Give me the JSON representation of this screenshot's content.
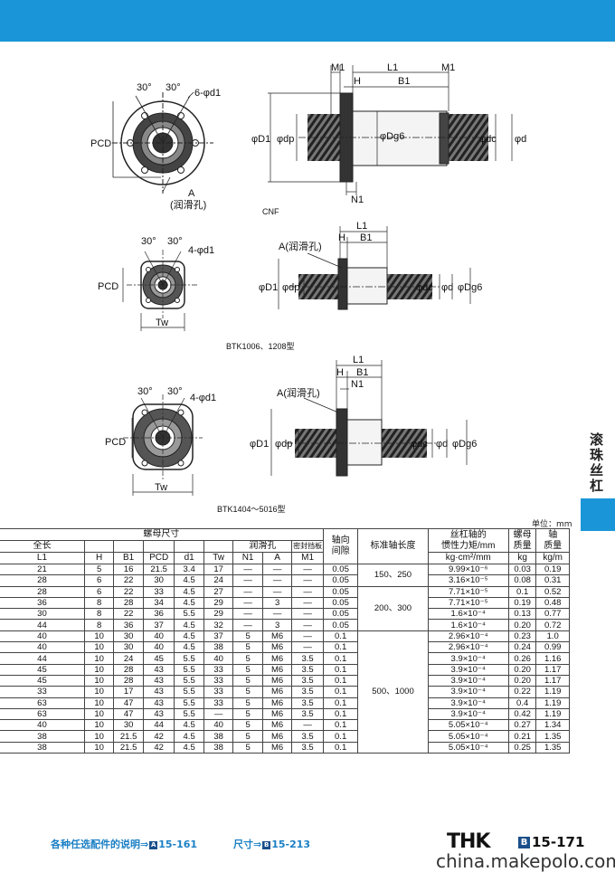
{
  "side_label": "滚珠丝杠",
  "diagrams": {
    "d1": {
      "angle_a": "30°",
      "angle_b": "30°",
      "holes": "6-φd1",
      "pcd": "PCD",
      "lub": "A",
      "lub_note": "(润滑孔)",
      "dim_M1a": "M1",
      "dim_L1": "L1",
      "dim_M1b": "M1",
      "dim_H": "H",
      "dim_B1": "B1",
      "dim_D1": "φD1",
      "dim_dp": "φdp",
      "dim_Dg6": "φDg6",
      "dim_dc": "φdc",
      "dim_d": "φd",
      "dim_N1": "N1",
      "model": "CNF"
    },
    "d2": {
      "angle_a": "30°",
      "angle_b": "30°",
      "holes": "4-φd1",
      "pcd": "PCD",
      "tw": "Tw",
      "lub": "A(润滑孔)",
      "dim_L1": "L1",
      "dim_H": "H",
      "dim_B1": "B1",
      "dim_D1": "φD1",
      "dim_dp": "φdp",
      "dim_dc": "φdc",
      "dim_d": "φd",
      "dim_Dg6": "φDg6",
      "model": "BTK1006、1208型"
    },
    "d3": {
      "angle_a": "30°",
      "angle_b": "30°",
      "holes": "4-φd1",
      "pcd": "PCD",
      "tw": "Tw",
      "lub": "A(润滑孔)",
      "dim_L1": "L1",
      "dim_H": "H",
      "dim_B1": "B1",
      "dim_N1": "N1",
      "dim_D1": "φD1",
      "dim_dp": "φdp",
      "dim_dc": "φdc",
      "dim_d": "φd",
      "dim_Dg6": "φDg6",
      "model": "BTK1404～5016型"
    }
  },
  "table": {
    "unit": "单位：mm",
    "header": {
      "nut_dims": "螺母尺寸",
      "total_len": "全长",
      "lub_hole": "润滑孔",
      "seal": "密封挡板",
      "axial_play_1": "轴向",
      "axial_play_2": "间隙",
      "std_len": "标准轴长度",
      "inertia_1": "丝杠轴的",
      "inertia_2": "惯性力矩/mm",
      "nut_mass_1": "螺母",
      "nut_mass_2": "质量",
      "shaft_mass_1": "轴",
      "shaft_mass_2": "质量",
      "L1": "L1",
      "H": "H",
      "B1": "B1",
      "PCD": "PCD",
      "d1": "d1",
      "Tw": "Tw",
      "N1": "N1",
      "A": "A",
      "M1": "M1",
      "inertia_unit": "kg·cm²/mm",
      "nut_unit": "kg",
      "shaft_unit": "kg/m"
    },
    "rows": [
      [
        "21",
        "5",
        "16",
        "21.5",
        "3.4",
        "17",
        "—",
        "—",
        "—",
        "0.05",
        "9.99×10⁻⁶",
        "0.03",
        "0.19"
      ],
      [
        "28",
        "6",
        "22",
        "30",
        "4.5",
        "24",
        "—",
        "—",
        "—",
        "0.05",
        "3.16×10⁻⁵",
        "0.08",
        "0.31"
      ],
      [
        "28",
        "6",
        "22",
        "33",
        "4.5",
        "27",
        "—",
        "—",
        "—",
        "0.05",
        "7.71×10⁻⁵",
        "0.1",
        "0.52"
      ],
      [
        "36",
        "8",
        "28",
        "34",
        "4.5",
        "29",
        "—",
        "3",
        "—",
        "0.05",
        "7.71×10⁻⁵",
        "0.19",
        "0.48"
      ],
      [
        "30",
        "8",
        "22",
        "36",
        "5.5",
        "29",
        "—",
        "—",
        "—",
        "0.05",
        "1.6×10⁻⁴",
        "0.13",
        "0.77"
      ],
      [
        "44",
        "8",
        "36",
        "37",
        "4.5",
        "32",
        "—",
        "3",
        "—",
        "0.05",
        "1.6×10⁻⁴",
        "0.20",
        "0.72"
      ],
      [
        "40",
        "10",
        "30",
        "40",
        "4.5",
        "37",
        "5",
        "M6",
        "—",
        "0.1",
        "2.96×10⁻⁴",
        "0.23",
        "1.0"
      ],
      [
        "40",
        "10",
        "30",
        "40",
        "4.5",
        "38",
        "5",
        "M6",
        "—",
        "0.1",
        "2.96×10⁻⁴",
        "0.24",
        "0.99"
      ],
      [
        "44",
        "10",
        "24",
        "45",
        "5.5",
        "40",
        "5",
        "M6",
        "3.5",
        "0.1",
        "3.9×10⁻⁴",
        "0.26",
        "1.16"
      ],
      [
        "45",
        "10",
        "28",
        "43",
        "5.5",
        "33",
        "5",
        "M6",
        "3.5",
        "0.1",
        "3.9×10⁻⁴",
        "0.20",
        "1.17"
      ],
      [
        "45",
        "10",
        "28",
        "43",
        "5.5",
        "33",
        "5",
        "M6",
        "3.5",
        "0.1",
        "3.9×10⁻⁴",
        "0.20",
        "1.17"
      ],
      [
        "33",
        "10",
        "17",
        "43",
        "5.5",
        "33",
        "5",
        "M6",
        "3.5",
        "0.1",
        "3.9×10⁻⁴",
        "0.22",
        "1.19"
      ],
      [
        "63",
        "10",
        "47",
        "43",
        "5.5",
        "33",
        "5",
        "M6",
        "3.5",
        "0.1",
        "3.9×10⁻⁴",
        "0.4",
        "1.19"
      ],
      [
        "63",
        "10",
        "47",
        "43",
        "5.5",
        "—",
        "5",
        "M6",
        "3.5",
        "0.1",
        "3.9×10⁻⁴",
        "0.42",
        "1.19"
      ],
      [
        "40",
        "10",
        "30",
        "44",
        "4.5",
        "40",
        "5",
        "M6",
        "—",
        "0.1",
        "5.05×10⁻⁴",
        "0.27",
        "1.34"
      ],
      [
        "38",
        "10",
        "21.5",
        "42",
        "4.5",
        "38",
        "5",
        "M6",
        "3.5",
        "0.1",
        "5.05×10⁻⁴",
        "0.21",
        "1.35"
      ],
      [
        "38",
        "10",
        "21.5",
        "42",
        "4.5",
        "38",
        "5",
        "M6",
        "3.5",
        "0.1",
        "5.05×10⁻⁴",
        "0.25",
        "1.35"
      ]
    ],
    "std_len_groups": [
      "150、250",
      "200、300",
      "500、1000"
    ]
  },
  "footer": {
    "link1_text": "各种任选配件的说明⇒",
    "link1_badge": "A",
    "link1_page": "15-161",
    "link2_text": "尺寸⇒",
    "link2_badge": "B",
    "link2_page": "15-213",
    "logo": "THK",
    "page_badge": "B",
    "page": "15-171",
    "watermark": "china.makepolo.com"
  },
  "colors": {
    "accent": "#1a96d8",
    "badge": "#1a4f8a"
  }
}
